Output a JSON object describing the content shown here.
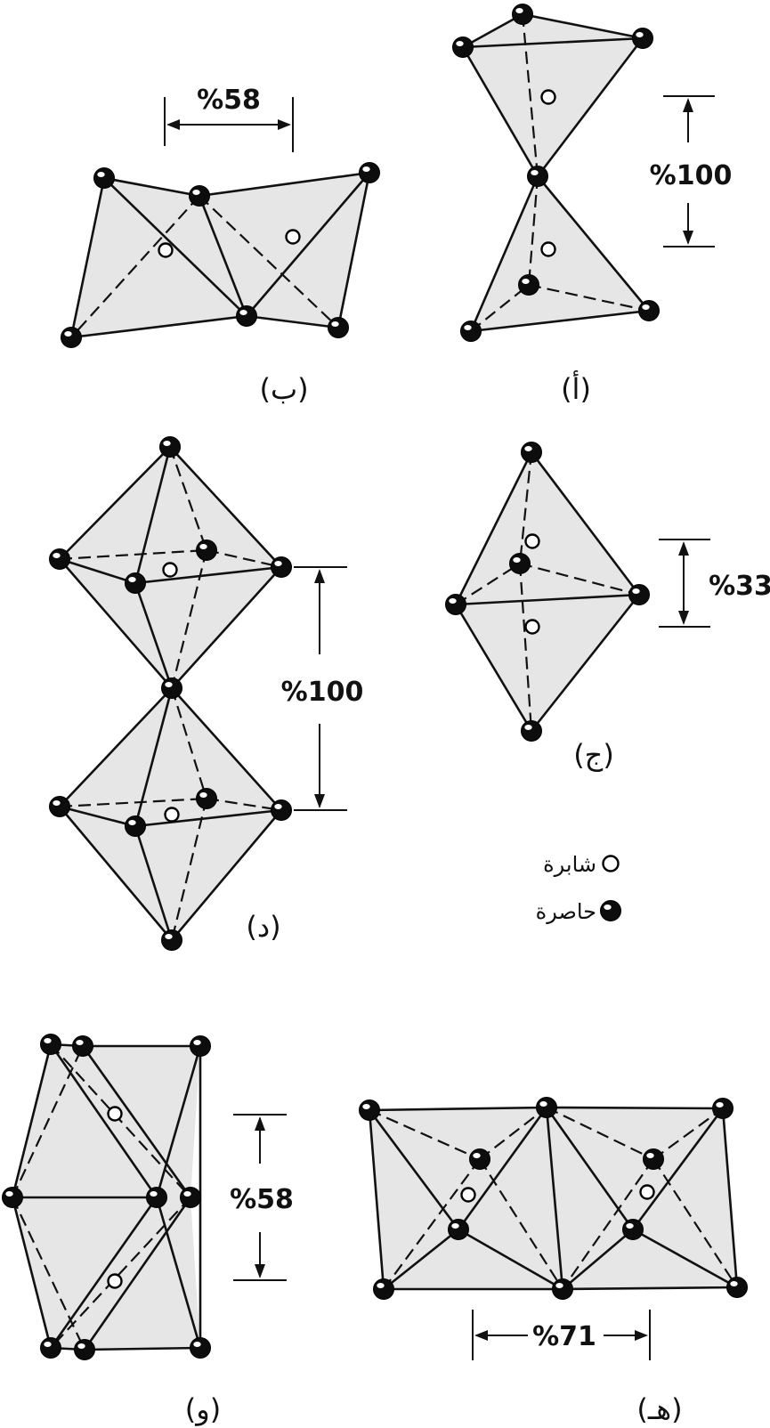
{
  "diagram": {
    "panels": [
      {
        "id": "a",
        "label": "(أ)",
        "percent": "%100"
      },
      {
        "id": "b",
        "label": "(ب)",
        "percent": "%58"
      },
      {
        "id": "c",
        "label": "(ج)",
        "percent": "%33"
      },
      {
        "id": "d",
        "label": "(د)",
        "percent": "%100"
      },
      {
        "id": "e",
        "label": "(هـ)",
        "percent": "%71"
      },
      {
        "id": "f",
        "label": "(و)",
        "percent": "%58"
      }
    ],
    "legend": {
      "interstitial": "شابرة",
      "enclosing": "حاصرة"
    }
  }
}
